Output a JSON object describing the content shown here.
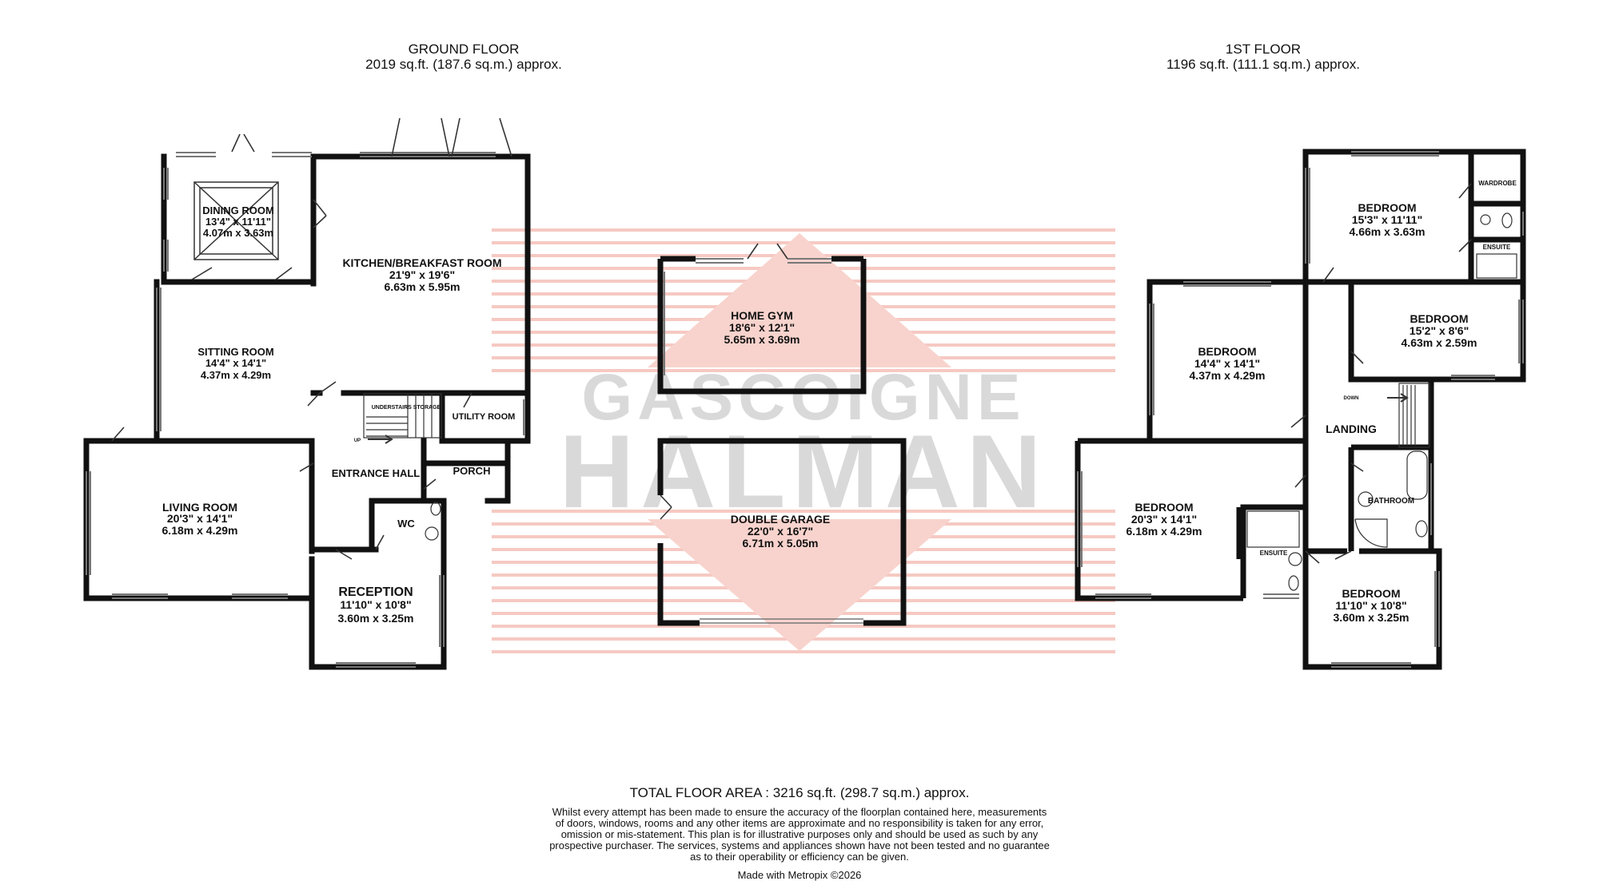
{
  "headers": {
    "ground_floor": {
      "title": "GROUND FLOOR",
      "area": "2019 sq.ft. (187.6 sq.m.) approx."
    },
    "first_floor": {
      "title": "1ST FLOOR",
      "area": "1196 sq.ft. (111.1 sq.m.) approx."
    }
  },
  "watermark": {
    "line1": "GASCOIGNE",
    "line2": "HALMAN",
    "color": "#f2b8b0"
  },
  "rooms": {
    "dining": {
      "name": "DINING ROOM",
      "imperial": "13'4\"  x 11'11\"",
      "metric": "4.07m  x 3.63m"
    },
    "kitchen": {
      "name": "KITCHEN/BREAKFAST ROOM",
      "imperial": "21'9\"  x 19'6\"",
      "metric": "6.63m  x 5.95m"
    },
    "sitting": {
      "name": "SITTING ROOM",
      "imperial": "14'4\"  x 14'1\"",
      "metric": "4.37m  x 4.29m"
    },
    "living": {
      "name": "LIVING ROOM",
      "imperial": "20'3\"  x 14'1\"",
      "metric": "6.18m  x 4.29m"
    },
    "reception": {
      "name": "RECEPTION",
      "imperial": "11'10\"  x 10'8\"",
      "metric": "3.60m  x 3.25m"
    },
    "entrance": {
      "name": "ENTRANCE HALL"
    },
    "porch": {
      "name": "PORCH"
    },
    "wc": {
      "name": "WC"
    },
    "utility": {
      "name": "UTILITY ROOM"
    },
    "understairs": {
      "name": "UNDERSTAIRS STORAGE"
    },
    "stairs_up": {
      "name": "UP"
    },
    "gym": {
      "name": "HOME GYM",
      "imperial": "18'6\"  x 12'1\"",
      "metric": "5.65m  x 3.69m"
    },
    "garage": {
      "name": "DOUBLE GARAGE",
      "imperial": "22'0\"  x 16'7\"",
      "metric": "6.71m  x 5.05m"
    },
    "bed1": {
      "name": "BEDROOM",
      "imperial": "15'3\"  x 11'11\"",
      "metric": "4.66m  x 3.63m"
    },
    "wardrobe": {
      "name": "WARDROBE"
    },
    "ensuite1": {
      "name": "ENSUITE"
    },
    "bed2": {
      "name": "BEDROOM",
      "imperial": "15'2\"  x 8'6\"",
      "metric": "4.63m  x 2.59m"
    },
    "bed3": {
      "name": "BEDROOM",
      "imperial": "14'4\"  x 14'1\"",
      "metric": "4.37m  x 4.29m"
    },
    "landing": {
      "name": "LANDING"
    },
    "stairs_down": {
      "name": "DOWN"
    },
    "bathroom": {
      "name": "BATHROOM"
    },
    "bed4": {
      "name": "BEDROOM",
      "imperial": "20'3\"  x 14'1\"",
      "metric": "6.18m  x 4.29m"
    },
    "ensuite2": {
      "name": "ENSUITE"
    },
    "bed5": {
      "name": "BEDROOM",
      "imperial": "11'10\"  x 10'8\"",
      "metric": "3.60m  x 3.25m"
    }
  },
  "footer": {
    "total": "TOTAL FLOOR AREA : 3216 sq.ft. (298.7 sq.m.) approx.",
    "disclaimer_lines": [
      "Whilst every attempt has been made to ensure the accuracy of the floorplan contained here, measurements",
      "of doors, windows, rooms and any other items are approximate and no responsibility is taken for any error,",
      "omission or mis-statement. This plan is for illustrative purposes only and should be used as such by any",
      "prospective purchaser. The services, systems and appliances shown have not been tested and no guarantee",
      "as to their operability or efficiency can be given."
    ],
    "credit": "Made with Metropix ©2026"
  },
  "colors": {
    "wall": "#111111",
    "window": "#888888",
    "watermark": "#f2b8b0"
  }
}
